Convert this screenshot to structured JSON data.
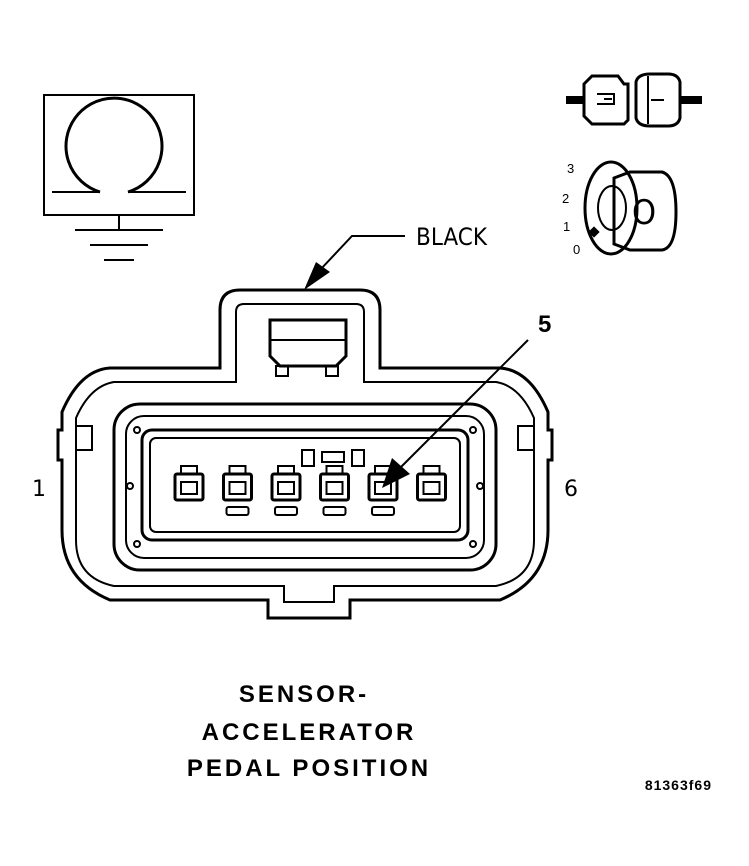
{
  "connector": {
    "color_label": "BLACK",
    "pin_left": "1",
    "pin_right": "6",
    "callout_pin": "5",
    "pin_count": 6,
    "callout_index": 5
  },
  "ignition": {
    "positions": [
      "3",
      "2",
      "1",
      "0"
    ],
    "key_letter": "O"
  },
  "title": {
    "line1": "SENSOR-",
    "line2": "ACCELERATOR",
    "line3": "PEDAL POSITION"
  },
  "figure_code": "81363f69",
  "colors": {
    "ink": "#000000",
    "paper": "#ffffff"
  }
}
